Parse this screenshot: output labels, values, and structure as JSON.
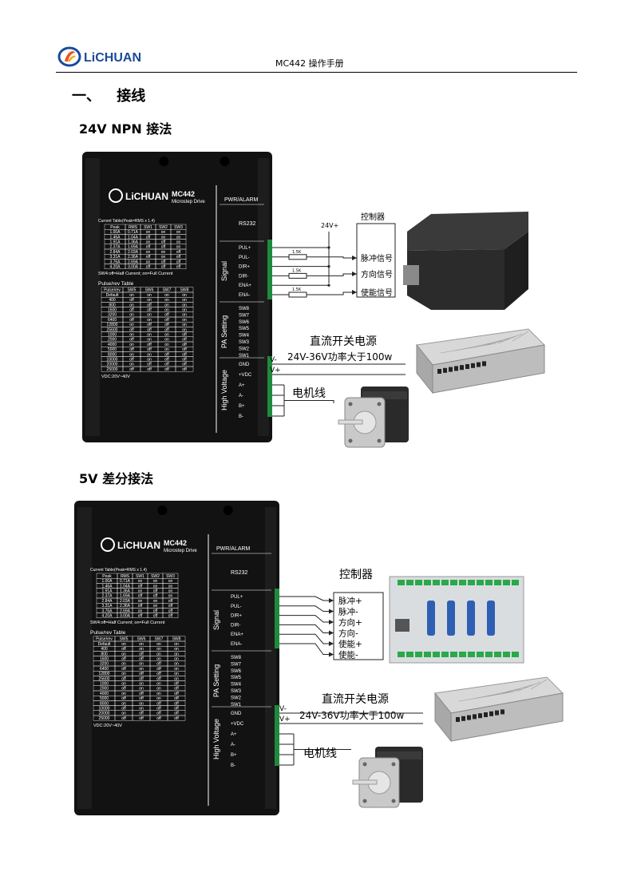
{
  "header": {
    "brand": "LiCHUAN",
    "doc_title": "MC442 操作手册"
  },
  "section": {
    "number": "一、",
    "title": "接线"
  },
  "fig1": {
    "heading": "24V NPN 接法",
    "supply_voltage": "24V+",
    "controller_label": "控制器",
    "signals": [
      "脉冲信号",
      "方向信号",
      "使能信号"
    ],
    "resistor_label": "1.5K",
    "psu_title": "直流开关电源",
    "psu_spec": "24V-36V功率大于100w",
    "v_minus": "V-",
    "v_plus": "V+",
    "motor_label": "电机线"
  },
  "fig2": {
    "heading": "5V 差分接法",
    "controller_label": "控制器",
    "signals": [
      "脉冲+",
      "脉冲-",
      "方向+",
      "方向-",
      "使能+",
      "使能-"
    ],
    "psu_title": "直流开关电源",
    "psu_spec": "24V-36V功率大于100w",
    "v_minus": "V-",
    "v_plus": "V+",
    "motor_label": "电机线"
  },
  "driver": {
    "brand": "LiCHUAN",
    "model": "MC442",
    "subtitle": "Microstep Drive",
    "pwr_alarm": "PWR/ALARM",
    "rs232": "RS232",
    "current_table_title": "Current Table(Peak=RMS x 1.4)",
    "current_headers": [
      "Peak",
      "RMS",
      "SW1",
      "SW2",
      "SW3"
    ],
    "current_rows": [
      [
        "1.00A",
        "0.71A",
        "on",
        "on",
        "on"
      ],
      [
        "1.46A",
        "1.04A",
        "off",
        "on",
        "on"
      ],
      [
        "1.91A",
        "1.36A",
        "on",
        "off",
        "on"
      ],
      [
        "2.37A",
        "1.69A",
        "off",
        "off",
        "on"
      ],
      [
        "2.84A",
        "2.03A",
        "on",
        "on",
        "off"
      ],
      [
        "3.31A",
        "2.36A",
        "off",
        "on",
        "off"
      ],
      [
        "3.76A",
        "2.69A",
        "on",
        "off",
        "off"
      ],
      [
        "4.20A",
        "3.00A",
        "off",
        "off",
        "off"
      ]
    ],
    "sw4_note": "SW4:off=Half Current; on=Full Current",
    "pulse_table_title": "Pulse/rev Table",
    "pulse_headers": [
      "Pulse/rev",
      "SW5",
      "SW6",
      "SW7",
      "SW8"
    ],
    "pulse_rows": [
      [
        "Default",
        "on",
        "on",
        "on",
        "on"
      ],
      [
        "400",
        "off",
        "on",
        "on",
        "on"
      ],
      [
        "800",
        "on",
        "off",
        "on",
        "on"
      ],
      [
        "1600",
        "off",
        "off",
        "on",
        "on"
      ],
      [
        "3200",
        "on",
        "on",
        "off",
        "on"
      ],
      [
        "6400",
        "off",
        "on",
        "off",
        "on"
      ],
      [
        "12800",
        "on",
        "off",
        "off",
        "on"
      ],
      [
        "25600",
        "off",
        "off",
        "off",
        "on"
      ],
      [
        "1000",
        "on",
        "on",
        "on",
        "off"
      ],
      [
        "2000",
        "off",
        "on",
        "on",
        "off"
      ],
      [
        "4000",
        "on",
        "off",
        "on",
        "off"
      ],
      [
        "5000",
        "off",
        "off",
        "on",
        "off"
      ],
      [
        "8000",
        "on",
        "on",
        "off",
        "off"
      ],
      [
        "10000",
        "off",
        "on",
        "off",
        "off"
      ],
      [
        "20000",
        "on",
        "off",
        "off",
        "off"
      ],
      [
        "25000",
        "off",
        "off",
        "off",
        "off"
      ]
    ],
    "vdc_note": "VDC:20V~40V",
    "signal_group": "Signal",
    "signal_pins": [
      "PUL+",
      "PUL-",
      "DIR+",
      "DIR-",
      "ENA+",
      "ENA-"
    ],
    "pa_group": "PA Setting",
    "sw_pins": [
      "SW8",
      "SW7",
      "SW6",
      "SW5",
      "SW4",
      "SW3",
      "SW2",
      "SW1"
    ],
    "hv_group": "High Voltage",
    "hv_pins": [
      "GND",
      "+VDC",
      "A+",
      "A-",
      "B+",
      "B-"
    ]
  }
}
